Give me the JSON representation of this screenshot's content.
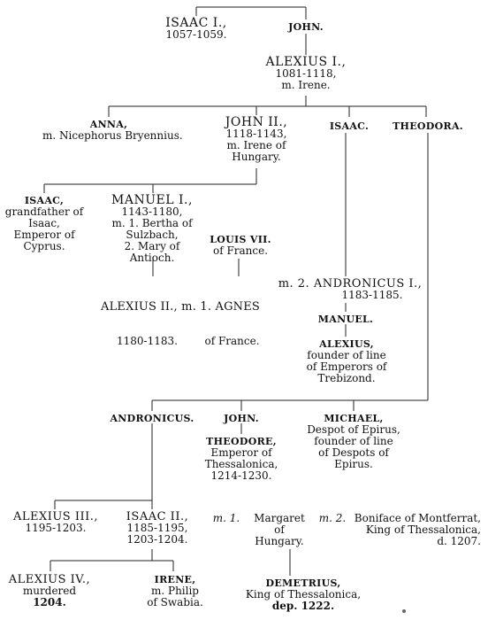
{
  "tree": {
    "isaac1": [
      "ISAAC I.,",
      "1057-1059."
    ],
    "john": [
      "JOHN."
    ],
    "alexius1": [
      "ALEXIUS I.,",
      "1081-1118,",
      "m. Irene."
    ],
    "anna": [
      "ANNA,",
      "m. Nicephorus Bryennius."
    ],
    "john2": [
      "JOHN II.,",
      "1118-1143,",
      "m. Irene of",
      "Hungary."
    ],
    "isaac_son": [
      "ISAAC."
    ],
    "theodora": [
      "THEODORA."
    ],
    "isaac_gf": [
      "ISAAC,",
      "grandfather of",
      "Isaac,",
      "Emperor of",
      "Cyprus."
    ],
    "manuel1": [
      "MANUEL I.,",
      "1143-1180,",
      "m. 1. Bertha of",
      "Sulzbach,",
      "2. Mary of",
      "Antioch."
    ],
    "louis7": [
      "LOUIS VII.",
      "of France."
    ],
    "alexius2": [
      "ALEXIUS II., m. 1. AGNES",
      "1180-1183.        of France."
    ],
    "andronicus1": [
      "m. 2. ANDRONICUS I.,",
      "1183-1185."
    ],
    "manuel": [
      "MANUEL."
    ],
    "alexius_trebizond": [
      "ALEXIUS,",
      "founder of line",
      "of Emperors of",
      "Trebizond."
    ],
    "andronicus": [
      "ANDRONICUS."
    ],
    "john_son": [
      "JOHN."
    ],
    "theodore": [
      "THEODORE,",
      "Emperor of",
      "Thessalonica,",
      "1214-1230."
    ],
    "michael": [
      "MICHAEL,",
      "Despot of Epirus,",
      "founder of line",
      "of Despots of",
      "Epirus."
    ],
    "alexius3": [
      "ALEXIUS III.,",
      "1195-1203."
    ],
    "isaac2": [
      "ISAAC II.,",
      "1185-1195,",
      "1203-1204."
    ],
    "m1": [
      "m. 1."
    ],
    "margaret": [
      "Margaret",
      "of",
      "Hungary."
    ],
    "m2": [
      "m. 2."
    ],
    "boniface": [
      "Boniface of Montferrat,",
      "King of Thessalonica,",
      "d. 1207."
    ],
    "alexius4": [
      "ALEXIUS IV.,",
      "murdered",
      "1204."
    ],
    "irene": [
      "IRENE,",
      "m. Philip",
      "of Swabia."
    ],
    "demetrius": [
      "DEMETRIUS,",
      "King of Thessalonica,",
      "dep. 1222."
    ]
  }
}
